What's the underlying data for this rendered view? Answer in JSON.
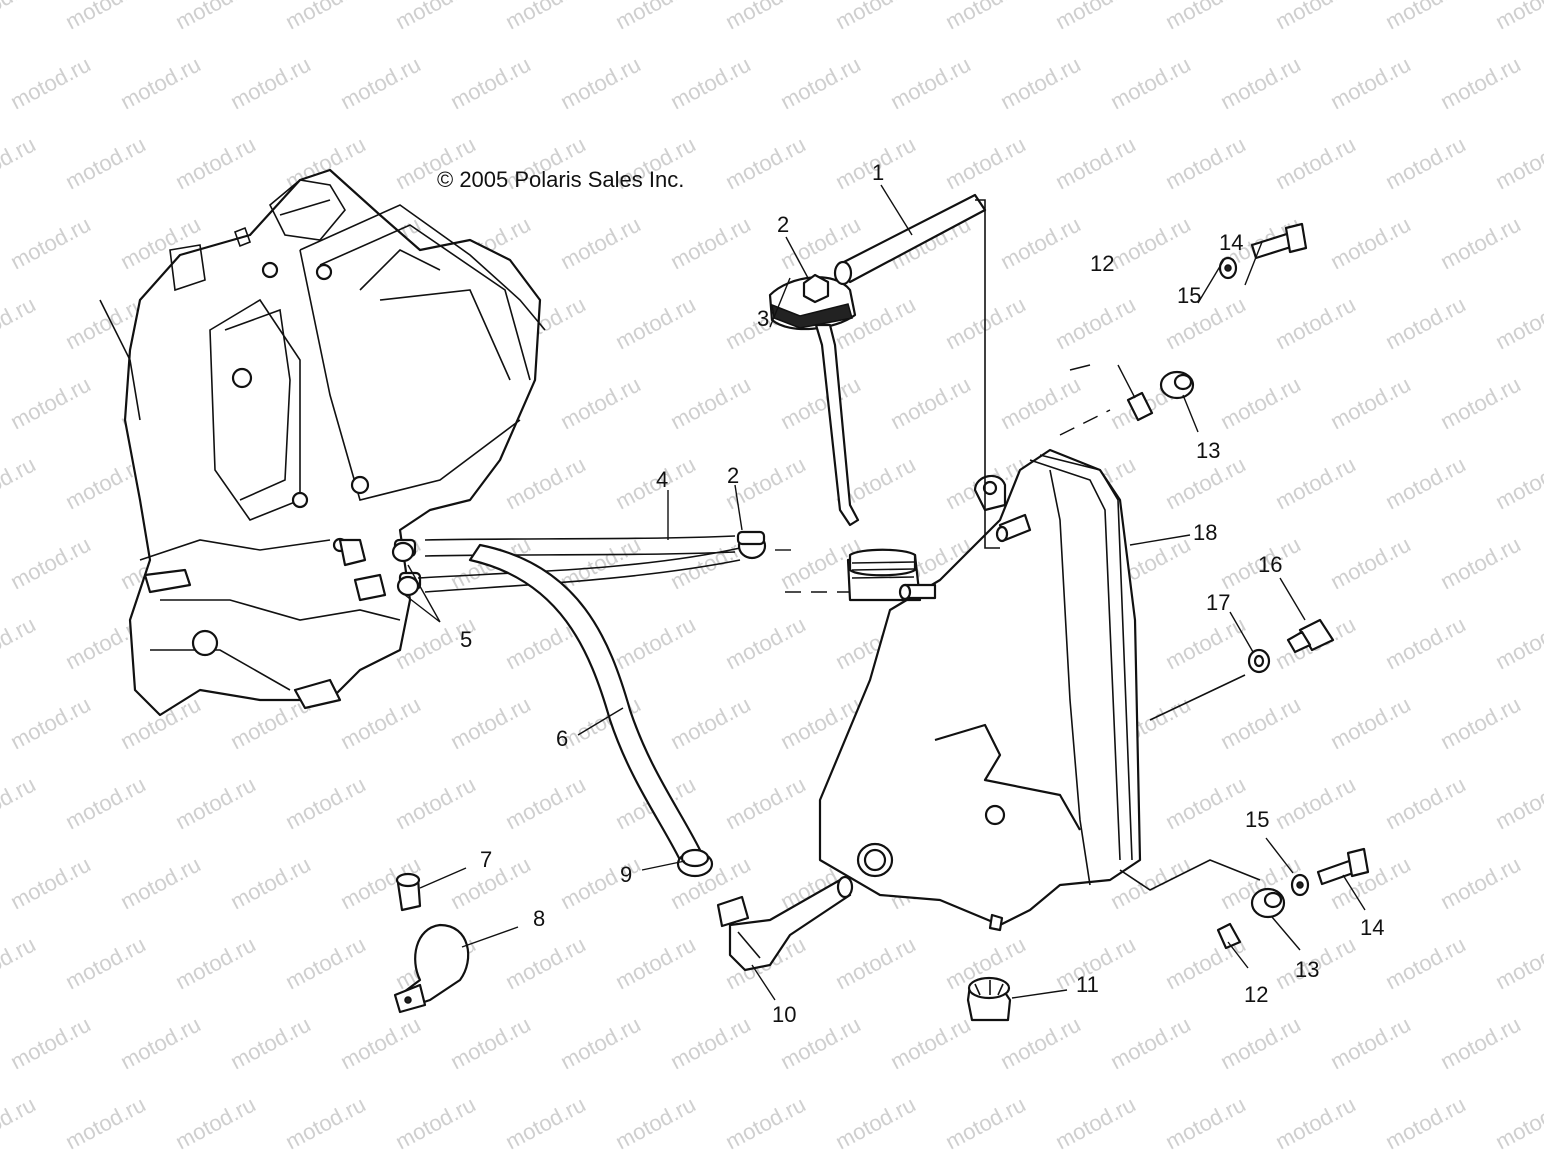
{
  "copyright": "© 2005 Polaris Sales Inc.",
  "watermark": "motod.ru",
  "callouts": {
    "c1": "1",
    "c2a": "2",
    "c2b": "2",
    "c3": "3",
    "c4": "4",
    "c5": "5",
    "c6": "6",
    "c7": "7",
    "c8": "8",
    "c9": "9",
    "c10": "10",
    "c11": "11",
    "c12a": "12",
    "c12b": "12",
    "c13a": "13",
    "c13b": "13",
    "c14a": "14",
    "c14b": "14",
    "c15a": "15",
    "c15b": "15",
    "c16": "16",
    "c17": "17",
    "c18": "18"
  }
}
